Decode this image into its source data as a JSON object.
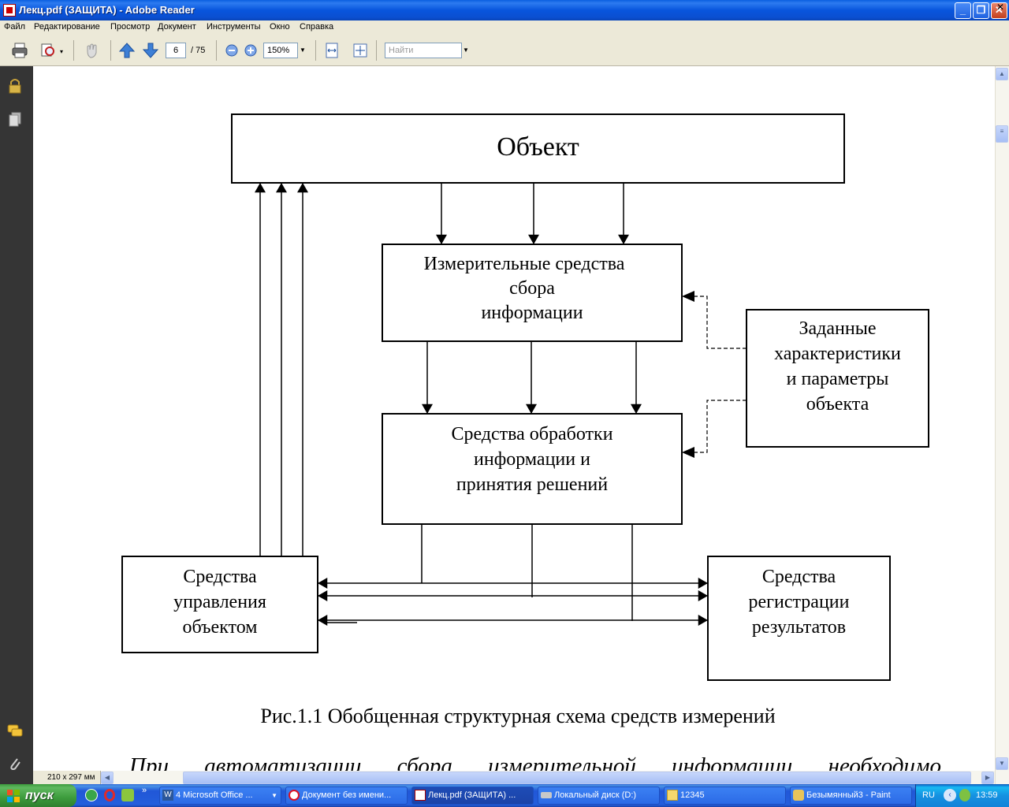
{
  "window": {
    "title": "Лекц.pdf (ЗАЩИТА) - Adobe Reader"
  },
  "menu": [
    "Файл",
    "Редактирование",
    "Просмотр",
    "Документ",
    "Инструменты",
    "Окно",
    "Справка"
  ],
  "toolbar": {
    "page_current": "6",
    "page_total": "/ 75",
    "zoom": "150%",
    "search_placeholder": "Найти"
  },
  "document": {
    "page_size": "210 x 297 мм",
    "diagram": {
      "object": "Объект",
      "measuring": [
        "Измерительные средства",
        "сбора",
        "информации"
      ],
      "processing": [
        "Средства обработки",
        "информации и",
        "принятия решений"
      ],
      "given": [
        "Заданные",
        "характеристики",
        "и параметры",
        "объекта"
      ],
      "control": [
        "Средства",
        "управления",
        "объектом"
      ],
      "registration": [
        "Средства",
        "регистрации",
        "результатов"
      ]
    },
    "caption": "Рис.1.1 Обобщенная структурная схема средств измерений",
    "body_text": "При автоматизации сбора измерительной информации необходимо"
  },
  "taskbar": {
    "start": "пуск",
    "tasks": [
      "4 Microsoft Office ...",
      "Документ без имени...",
      "Лекц.pdf (ЗАЩИТА) ...",
      "Локальный диск (D:)",
      "12345",
      "Безымянный3 - Paint"
    ],
    "lang": "RU",
    "clock": "13:59"
  }
}
